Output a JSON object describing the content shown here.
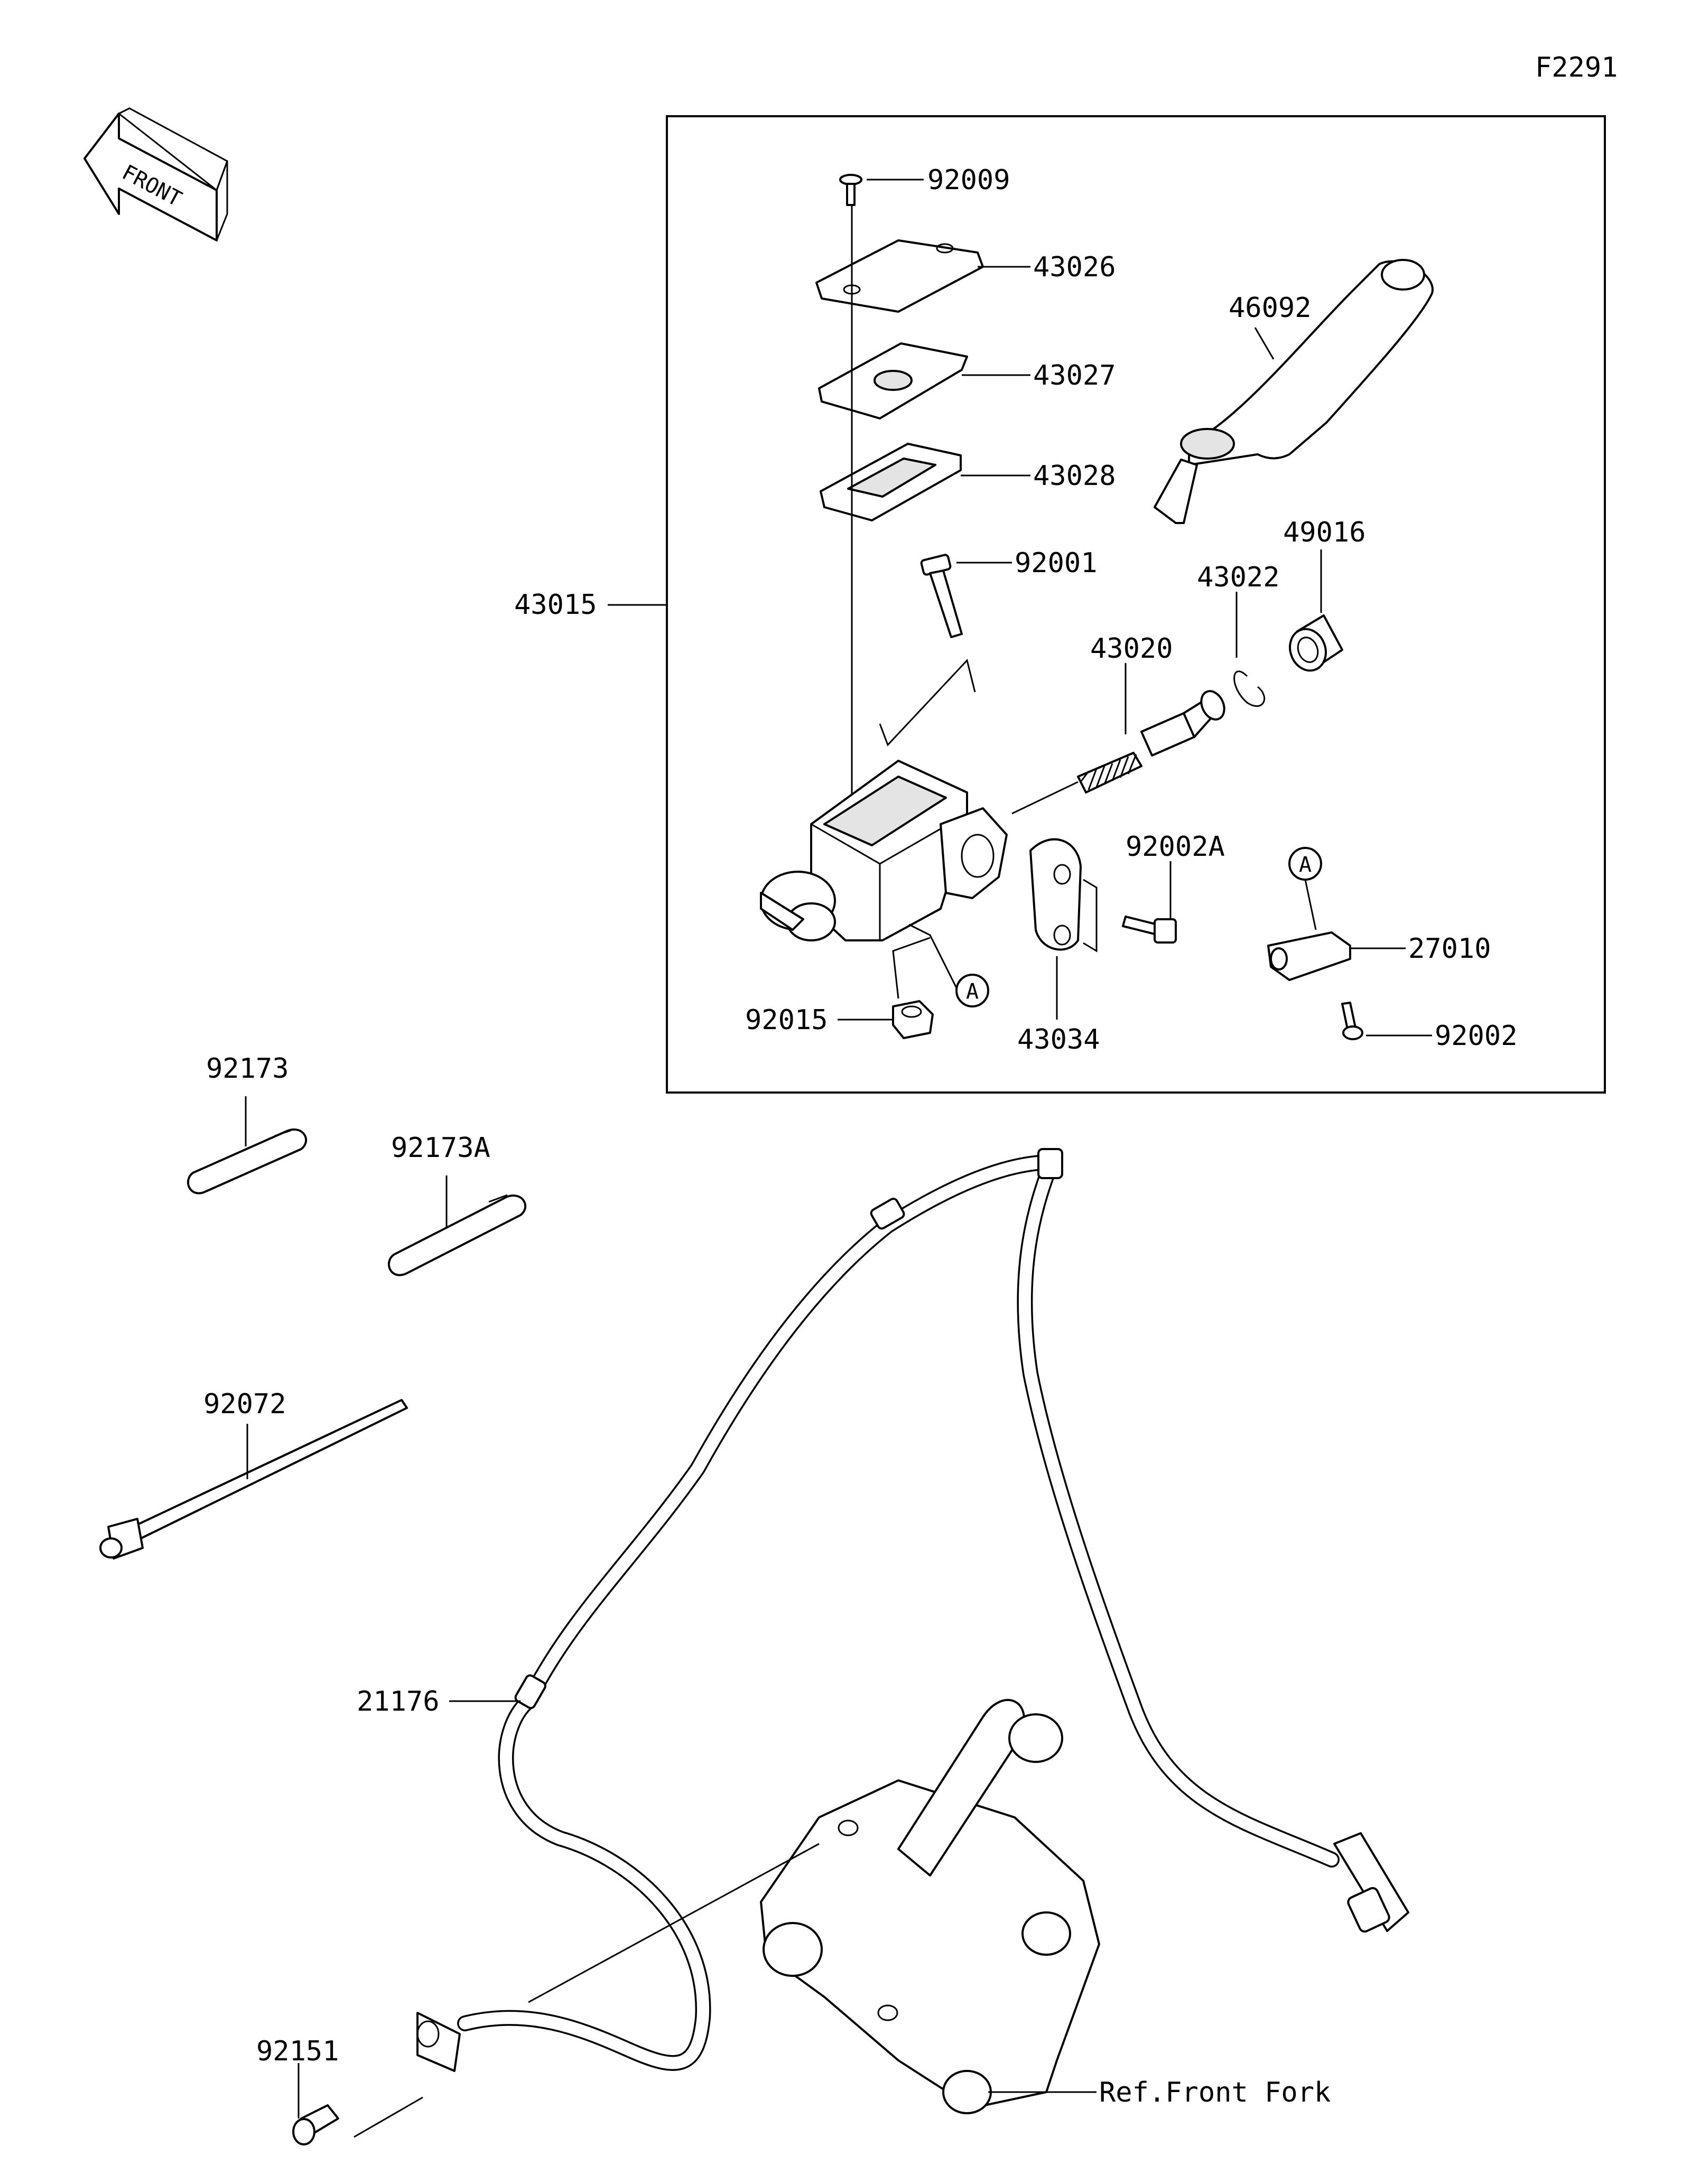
{
  "figure_code": "F2291",
  "front_arrow": {
    "label": "FRONT",
    "icon": "front-direction-arrow-icon"
  },
  "assembly_box_label": "43015",
  "reference_marker": "A",
  "parts": {
    "p92009": "92009",
    "p43026": "43026",
    "p43027": "43027",
    "p43028": "43028",
    "p46092": "46092",
    "p92001": "92001",
    "p49016": "49016",
    "p43022": "43022",
    "p43020": "43020",
    "p92002A": "92002A",
    "p27010": "27010",
    "p92015": "92015",
    "p43034": "43034",
    "p92002": "92002",
    "p92173": "92173",
    "p92173A": "92173A",
    "p92072": "92072",
    "p21176": "21176",
    "p92151": "92151"
  },
  "reference_label": "Ref.Front Fork"
}
